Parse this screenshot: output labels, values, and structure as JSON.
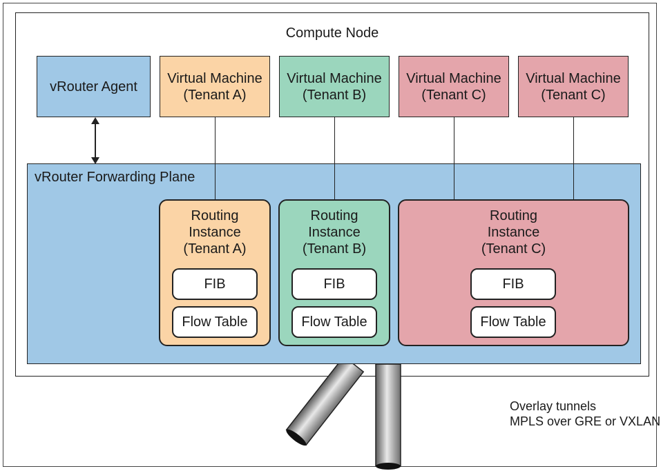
{
  "compute_node": {
    "title": "Compute Node"
  },
  "agent": {
    "label": "vRouter Agent"
  },
  "vms": [
    {
      "line1": "Virtual Machine",
      "line2": "(Tenant A)"
    },
    {
      "line1": "Virtual Machine",
      "line2": "(Tenant B)"
    },
    {
      "line1": "Virtual Machine",
      "line2": "(Tenant C)"
    },
    {
      "line1": "Virtual Machine",
      "line2": "(Tenant C)"
    }
  ],
  "forwarding_plane": {
    "title": "vRouter Forwarding Plane"
  },
  "routing_instances": [
    {
      "line1": "Routing",
      "line2": "Instance",
      "line3": "(Tenant A)",
      "fib": "FIB",
      "flow_table": "Flow Table"
    },
    {
      "line1": "Routing",
      "line2": "Instance",
      "line3": "(Tenant B)",
      "fib": "FIB",
      "flow_table": "Flow Table"
    },
    {
      "line1": "Routing",
      "line2": "Instance",
      "line3": "(Tenant C)",
      "fib": "FIB",
      "flow_table": "Flow Table"
    }
  ],
  "tunnels": {
    "line1": "Overlay tunnels",
    "line2": "MPLS over GRE or VXLAN"
  },
  "colors": {
    "agent": "#a0c8e6",
    "plane": "#a0c8e6",
    "tenant_a": "#fbd4a6",
    "tenant_b": "#9bd6bd",
    "tenant_c": "#e4a5ab"
  }
}
